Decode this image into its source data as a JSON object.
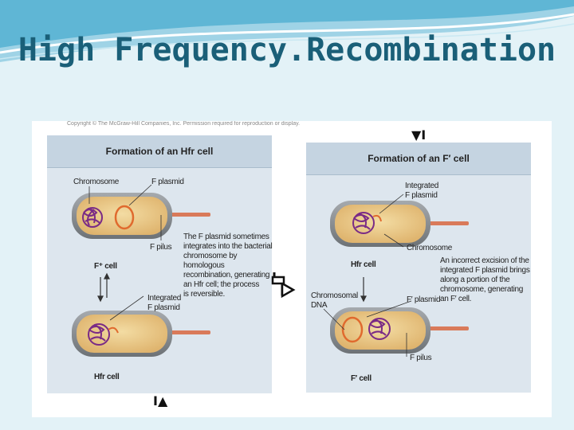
{
  "slide": {
    "title": "High Frequency.Recombination"
  },
  "figure": {
    "copyright": "Copyright © The McGraw-Hill Companies, Inc. Permission required for reproduction or display.",
    "left_panel": {
      "heading": "Formation of an Hfr cell",
      "chromosome_label": "Chromosome",
      "f_plasmid_label": "F plasmid",
      "f_pilus_label": "F pilus",
      "f_plus_cell_label": "F⁺ cell",
      "integrated_label_1": "Integrated",
      "integrated_label_2": "F plasmid",
      "hfr_cell_label": "Hfr cell",
      "description": [
        "The F plasmid sometimes",
        "integrates into the bacterial",
        "chromosome by homologous",
        "recombination, generating",
        "an Hfr cell; the process",
        "is reversible."
      ]
    },
    "right_panel": {
      "heading": "Formation of an F′ cell",
      "integrated_label_1": "Integrated",
      "integrated_label_2": "F plasmid",
      "chromosome_label": "Chromosome",
      "hfr_cell_label": "Hfr cell",
      "chromosomal_dna_label_1": "Chromosomal",
      "chromosomal_dna_label_2": "DNA",
      "f_prime_plasmid_label": "F′ plasmid",
      "f_pilus_label": "F pilus",
      "f_prime_cell_label": "F′ cell",
      "description": [
        "An incorrect excision of the",
        "integrated F plasmid brings",
        "along a portion of the",
        "chromosome, generating",
        "an F′ cell."
      ]
    },
    "marks": {
      "top_right": "▼I",
      "bottom_left": "I▲"
    }
  }
}
